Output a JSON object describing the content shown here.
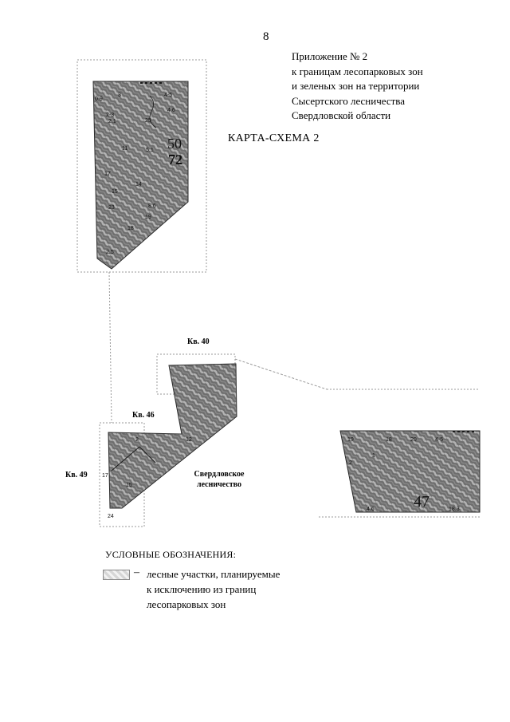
{
  "page_number": "8",
  "appendix": {
    "lines": [
      "Приложение № 2",
      "к границам лесопарковых зон",
      "и зеленых зон на территории",
      "Сысертского лесничества",
      "Свердловской области"
    ]
  },
  "map_title": "КАРТА-СХЕМА 2",
  "map": {
    "quarters": {
      "q40": "Кв. 40",
      "q46": "Кв. 46",
      "q49": "Кв. 49"
    },
    "quarter_numbers": {
      "top_a": "50",
      "top_b": "72",
      "right": "47"
    },
    "lesnichestvo_line1": "Свердловское",
    "lesnichestvo_line2": "лесничество",
    "colors": {
      "parcel_fill": "#6e6e6e",
      "parcel_hatch": "#a9a9a9",
      "boundary_line": "#9a9a9a"
    },
    "small_labels": {
      "t1": "0.9",
      "t2": "3",
      "t3": "4-5",
      "t4": "4.6",
      "t5": "2-3",
      "t6": "2.1",
      "t7": "25",
      "t8": "11",
      "t9": "5.1",
      "t10": "17",
      "t11": "14",
      "t12": "15",
      "t13": "8.6",
      "t14": "23",
      "t15": "19",
      "t16": "18",
      "t17": "2.5",
      "m1": "2",
      "m2": "17",
      "m3": "15",
      "m4": "24",
      "m5": "12",
      "r1": "19",
      "r2": "18",
      "r3": "20",
      "r4": "4-5",
      "r5": "2",
      "r6": "1",
      "r7": "4.6",
      "r8": "18.3"
    }
  },
  "legend": {
    "title": "УСЛОВНЫЕ ОБОЗНАЧЕНИЯ:",
    "dash": "–",
    "text_lines": [
      "лесные участки, планируемые",
      "к исключению из границ",
      "лесопарковых зон"
    ]
  }
}
